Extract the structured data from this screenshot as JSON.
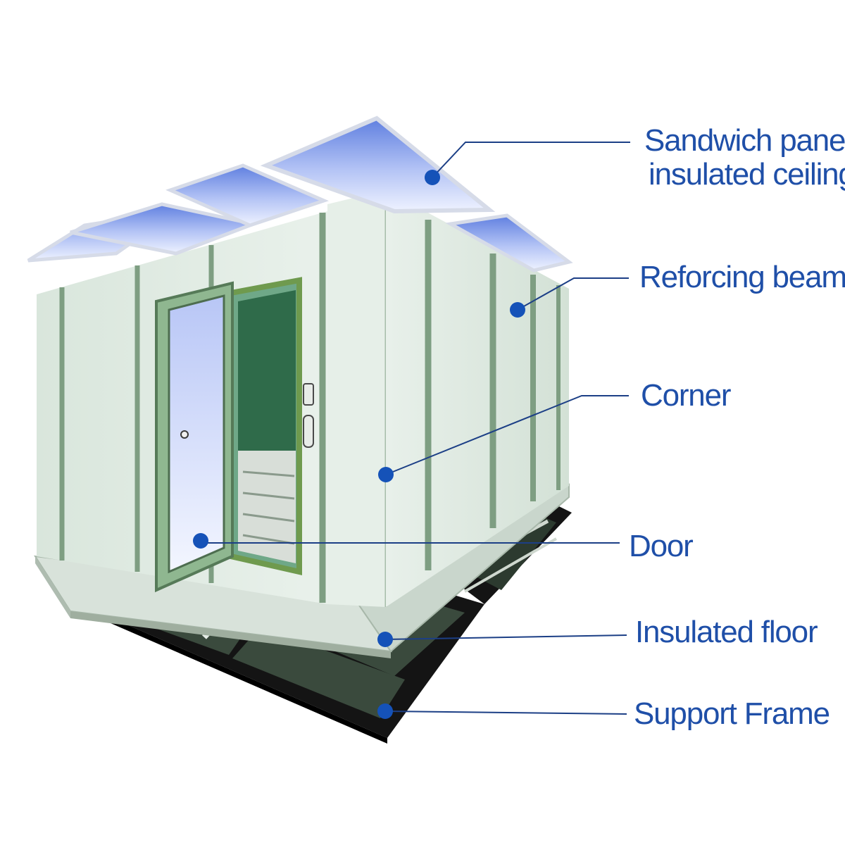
{
  "labels": {
    "ceiling_line1": "Sandwich panel",
    "ceiling_line2": "insulated ceiling",
    "beam": "Reforcing beam",
    "corner": "Corner",
    "door": "Door",
    "floor": "Insulated floor",
    "frame": "Support  Frame"
  },
  "colors": {
    "label": "#1f4fa8",
    "marker": "#1552b8",
    "panel": "#dfeae2",
    "seam": "#7e9e82",
    "ceiling": "#8fa8f0",
    "frame": "#141414"
  }
}
